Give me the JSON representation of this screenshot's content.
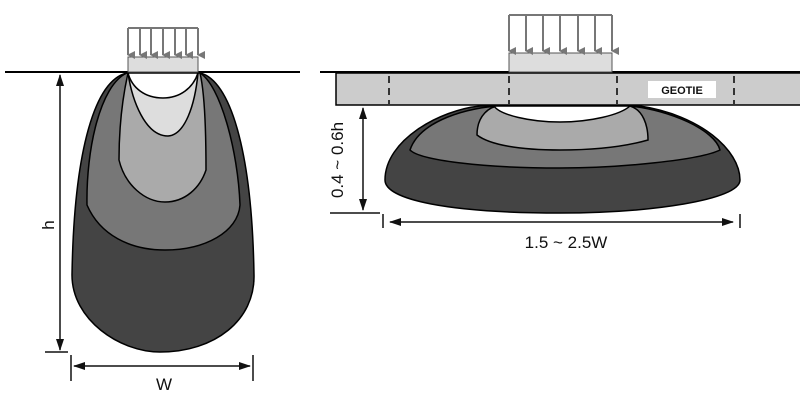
{
  "left_figure": {
    "height_label": "h",
    "width_label": "W"
  },
  "right_figure": {
    "geotie_label": "GEOTIE",
    "depth_label": "0.4 ~ 0.6h",
    "spread_label": "1.5 ~ 2.5W"
  },
  "colors": {
    "zone_outer": "#444444",
    "zone_second": "#777777",
    "zone_third": "#aaaaaa",
    "zone_inner": "#dddddd",
    "load_arrows": "#777777",
    "geotie": "#cccccc"
  }
}
